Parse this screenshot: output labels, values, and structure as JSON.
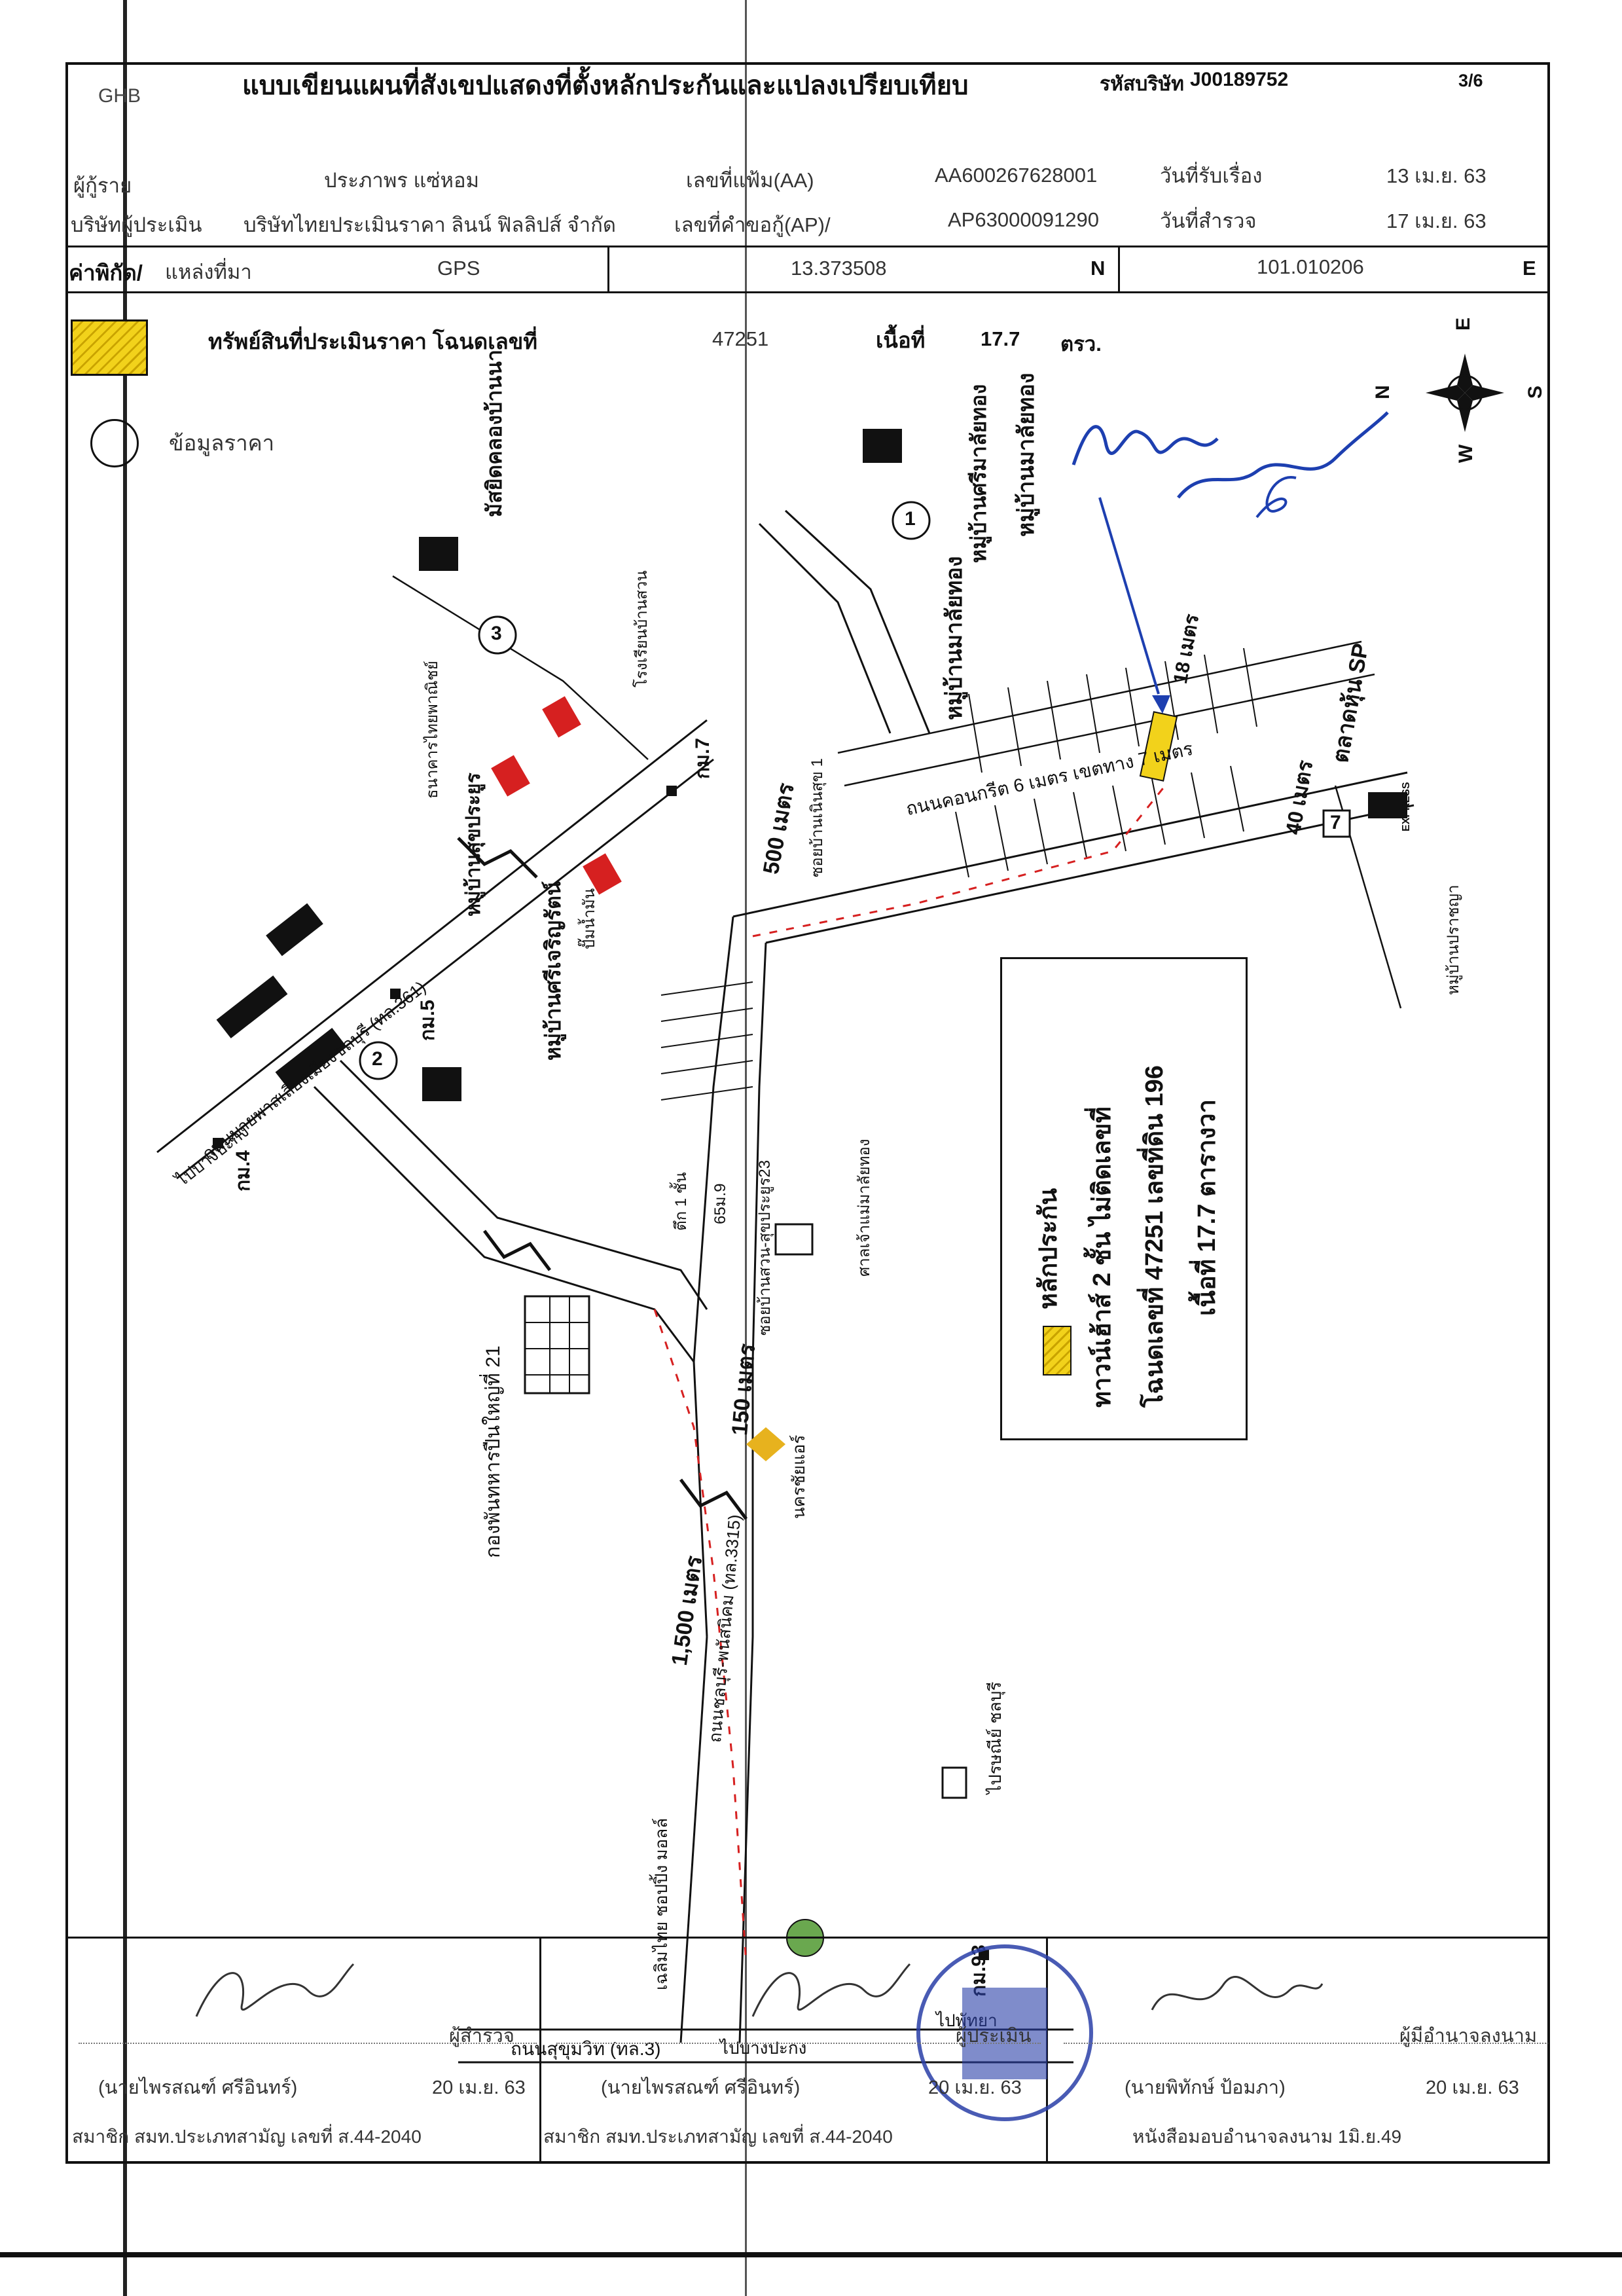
{
  "header": {
    "brand": "GHB",
    "title": "แบบเขียนแผนที่สังเขปแสดงที่ตั้งหลักประกันและแปลงเปรียบเทียบ",
    "company_code_label": "รหัสบริษัท",
    "company_code": "J00189752",
    "page": "3/6"
  },
  "info": {
    "borrower_label": "ผู้กู้ราย",
    "borrower": "ประภาพร แซ่หอม",
    "file_no_label": "เลขที่แฟ้ม(AA)",
    "file_no": "AA600267628001",
    "received_label": "วันที่รับเรื่อง",
    "received": "13 เม.ย. 63",
    "appraiser_label": "บริษัทผู้ประเมิน",
    "appraiser": "บริษัทไทยประเมินราคา ลินน์ ฟิลลิปส์ จำกัด",
    "ap_label": "เลขที่คำขอกู้(AP)/",
    "ap_no": "AP63000091290",
    "survey_label": "วันที่สำรวจ",
    "survey": "17 เม.ย. 63"
  },
  "coords": {
    "label": "ค่าพิกัด/",
    "source_label": "แหล่งที่มา",
    "source": "GPS",
    "lat": "13.373508",
    "lat_dir": "N",
    "lon": "101.010206",
    "lon_dir": "E"
  },
  "asset": {
    "label": "ทรัพย์สินที่ประเมินราคา โฉนดเลขที่",
    "deed": "47251",
    "area_label": "เนื้อที่",
    "area": "17.7",
    "area_unit": "ตรว."
  },
  "price_info_label": "ข้อมูลราคา",
  "compass": {
    "n": "N",
    "s": "S",
    "e": "E",
    "w": "W"
  },
  "legend": {
    "title": "หลักประกัน",
    "line1": "ทาวน์เฮ้าส์ 2 ชั้น ไม่ติดเลขที่",
    "line2": "โฉนดเลขที่ 47251 เลขที่ดิน 196",
    "line3": "เนื้อที่ 17.7 ตารางวา"
  },
  "map_labels": {
    "distance_500": "500 เมตร",
    "distance_150": "150 เมตร",
    "distance_1500": "1,500 เมตร",
    "distance_18": "18 เมตร",
    "distance_40": "40 เมตร",
    "market": "ตลาดหุ้น SP",
    "road_concrete": "ถนนคอนกรีต 6 เมตร เขตทาง 7 เมตร",
    "highway_361": "ถนนบายพาสเลี่ยงเมืองชลบุรี (ทล.361)",
    "road_3315": "ถนนชลบุรี-พนัสนิคม (ทล.3315)",
    "road_sukhumvit": "ถนนสุขุมวิท (ทล.3)",
    "to_bangpakong": "ไปบางปะกง",
    "to_bangpakong_2": "ไปบางปะกง",
    "to_pattaya": "ไปพัทยา",
    "km4": "กม.4",
    "km5": "กม.5",
    "km7": "กม.7",
    "km93": "กม.93",
    "soi_23": "ซอยบ้านสวน-สุขประยูร23",
    "soi_1": "ซอยบ้านเนินสุข 1",
    "building_65": "65ม.9",
    "building_1floor": "ตึก 1 ชั้น",
    "shrine": "ศาลเจ้าแม่มาลัยทอง",
    "village1": "หมู่บ้านมาลัยทอง",
    "village1b": "หมู่บ้านศรีมาลัยทอง",
    "village_main": "หมู่บ้านมาลัยทอง",
    "village2": "หมู่บ้านศรีเจริญรัตน์",
    "village3": "หมู่บ้านสุขประยูร",
    "mosque": "มัสยิดคลองบ้านนา",
    "school": "โรงเรียนบ้านสวน",
    "bank": "ธนาคารไทยพาณิชย์",
    "pump": "ปั๊มน้ำมัน",
    "military": "กองพันทหารปืนใหญ่ที่ 21",
    "nakhon": "นครชัยแอร์",
    "mall": "เฉลิมไทย ชอปปิ้ง มอลล์",
    "post": "ไปรษณีย์ ชลบุรี",
    "village_prapha": "หมู่บ้านปราชญา",
    "express": "EXPRESS",
    "sev_label": "7"
  },
  "markers": {
    "m1": "1",
    "m2": "2",
    "m3": "3"
  },
  "signatures": {
    "surveyor_role": "ผู้สำรวจ",
    "surveyor_name": "(นายไพรสณฑ์ ศรีอินทร์)",
    "surveyor_date": "20 เม.ย. 63",
    "surveyor_member": "สมาชิก สมท.ประเภทสามัญ เลขที่ ส.44-2040",
    "appraiser_role": "ผู้ประเมิน",
    "appraiser_name": "(นายไพรสณฑ์ ศรีอินทร์)",
    "appraiser_date": "20 เม.ย. 63",
    "appraiser_member": "สมาชิก สมท.ประเภทสามัญ เลขที่ ส.44-2040",
    "signer_role": "ผู้มีอำนาจลงนาม",
    "signer_name": "(นายพิทักษ์ ป้อมภา)",
    "signer_date": "20 เม.ย. 63",
    "signer_auth": "หนังสือมอบอำนาจลงนาม 1มิ.ย.49"
  },
  "colors": {
    "ink": "#111111",
    "accent_blue": "#1d3fb0",
    "hatch": "#f2d21b",
    "red": "#d62020"
  }
}
